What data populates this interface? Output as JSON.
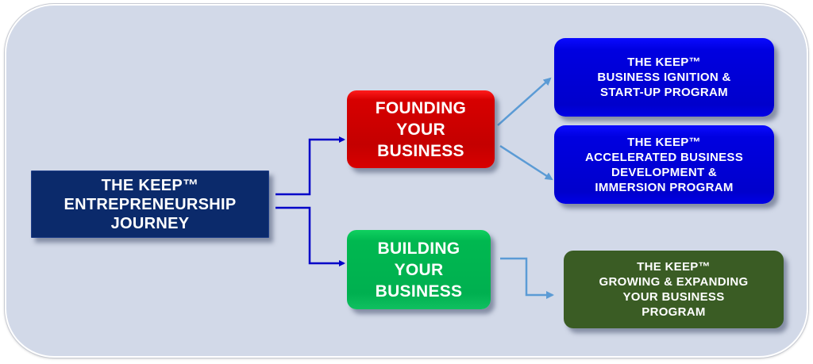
{
  "diagram": {
    "root": {
      "lines": [
        "THE KEEP™",
        "ENTREPRENEURSHIP",
        "JOURNEY"
      ],
      "color": "#0b2a6b"
    },
    "stages": [
      {
        "id": "founding",
        "lines": [
          "FOUNDING",
          "YOUR",
          "BUSINESS"
        ],
        "color": "#c40000"
      },
      {
        "id": "building",
        "lines": [
          "BUILDING",
          "YOUR",
          "BUSINESS"
        ],
        "color": "#00b050"
      }
    ],
    "programs": [
      {
        "stage": "founding",
        "lines": [
          "THE KEEP™",
          "BUSINESS IGNITION &",
          "START-UP PROGRAM"
        ],
        "color": "#0000cc"
      },
      {
        "stage": "founding",
        "lines": [
          "THE KEEP™",
          "ACCELERATED BUSINESS",
          "DEVELOPMENT &",
          "IMMERSION PROGRAM"
        ],
        "color": "#0000cc"
      },
      {
        "stage": "building",
        "lines": [
          "THE KEEP™",
          "GROWING & EXPANDING",
          "YOUR BUSINESS",
          "PROGRAM"
        ],
        "color": "#3a5c24"
      }
    ],
    "connector_colors": {
      "primary": "#0000c8",
      "secondary": "#5b9bd5"
    }
  }
}
